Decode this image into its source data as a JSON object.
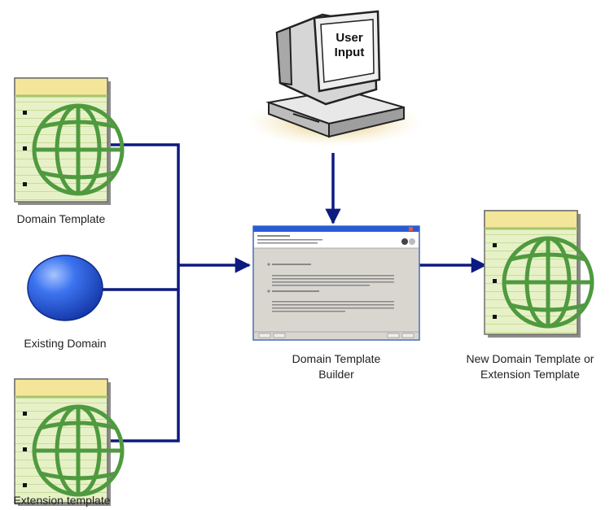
{
  "nodes": {
    "domain_template": {
      "label": "Domain Template"
    },
    "existing_domain": {
      "label": "Existing Domain"
    },
    "extension_template": {
      "label": "Extension template"
    },
    "user_input": {
      "label_line1": "User",
      "label_line2": "Input"
    },
    "builder": {
      "label_line1": "Domain Template",
      "label_line2": "Builder"
    },
    "output": {
      "label_line1": "New Domain Template or",
      "label_line2": "Extension Template"
    }
  },
  "colors": {
    "connector": "#0d1a80",
    "page_header": "#f3e69a",
    "page_body": "#e7f1c7",
    "globe": "#4f9a3f",
    "sphere": "#1e56d6",
    "window_title": "#2a5bd7",
    "window_body": "#d9d6cf"
  },
  "icons": [
    "document-globe-icon",
    "blue-sphere-icon",
    "computer-icon",
    "wizard-window-icon",
    "arrow-icon"
  ]
}
